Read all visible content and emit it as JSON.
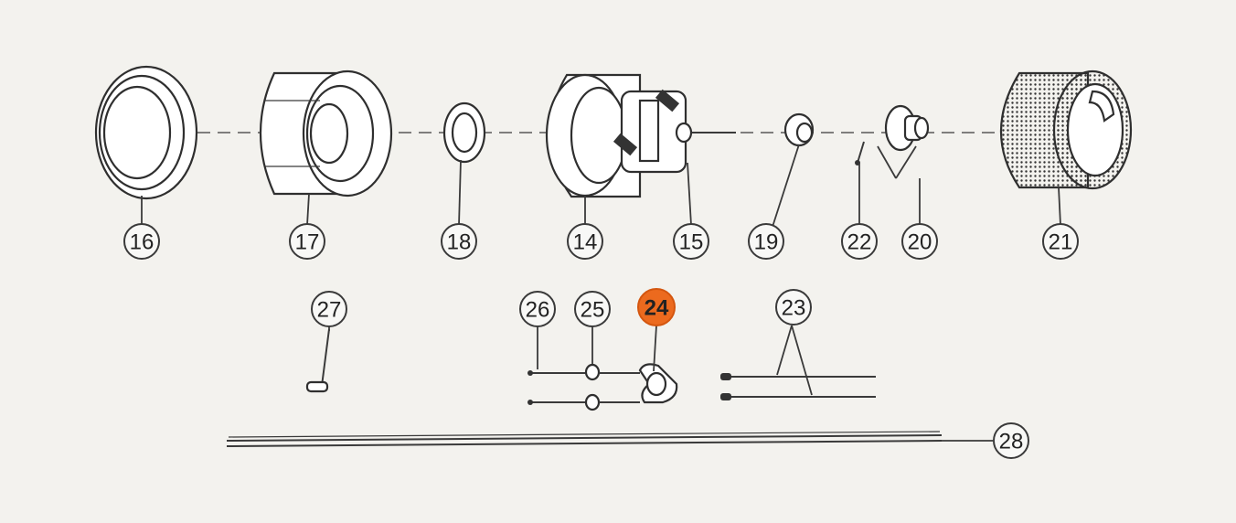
{
  "diagram": {
    "highlight_color": "#ec6a1e",
    "callouts": [
      {
        "id": "16",
        "label": "16",
        "highlighted": false
      },
      {
        "id": "17",
        "label": "17",
        "highlighted": false
      },
      {
        "id": "18",
        "label": "18",
        "highlighted": false
      },
      {
        "id": "14",
        "label": "14",
        "highlighted": false
      },
      {
        "id": "15",
        "label": "15",
        "highlighted": false
      },
      {
        "id": "19",
        "label": "19",
        "highlighted": false
      },
      {
        "id": "22",
        "label": "22",
        "highlighted": false
      },
      {
        "id": "20",
        "label": "20",
        "highlighted": false
      },
      {
        "id": "21",
        "label": "21",
        "highlighted": false
      },
      {
        "id": "27",
        "label": "27",
        "highlighted": false
      },
      {
        "id": "26",
        "label": "26",
        "highlighted": false
      },
      {
        "id": "25",
        "label": "25",
        "highlighted": false
      },
      {
        "id": "24",
        "label": "24",
        "highlighted": true
      },
      {
        "id": "23",
        "label": "23",
        "highlighted": false
      },
      {
        "id": "28",
        "label": "28",
        "highlighted": false
      }
    ]
  }
}
